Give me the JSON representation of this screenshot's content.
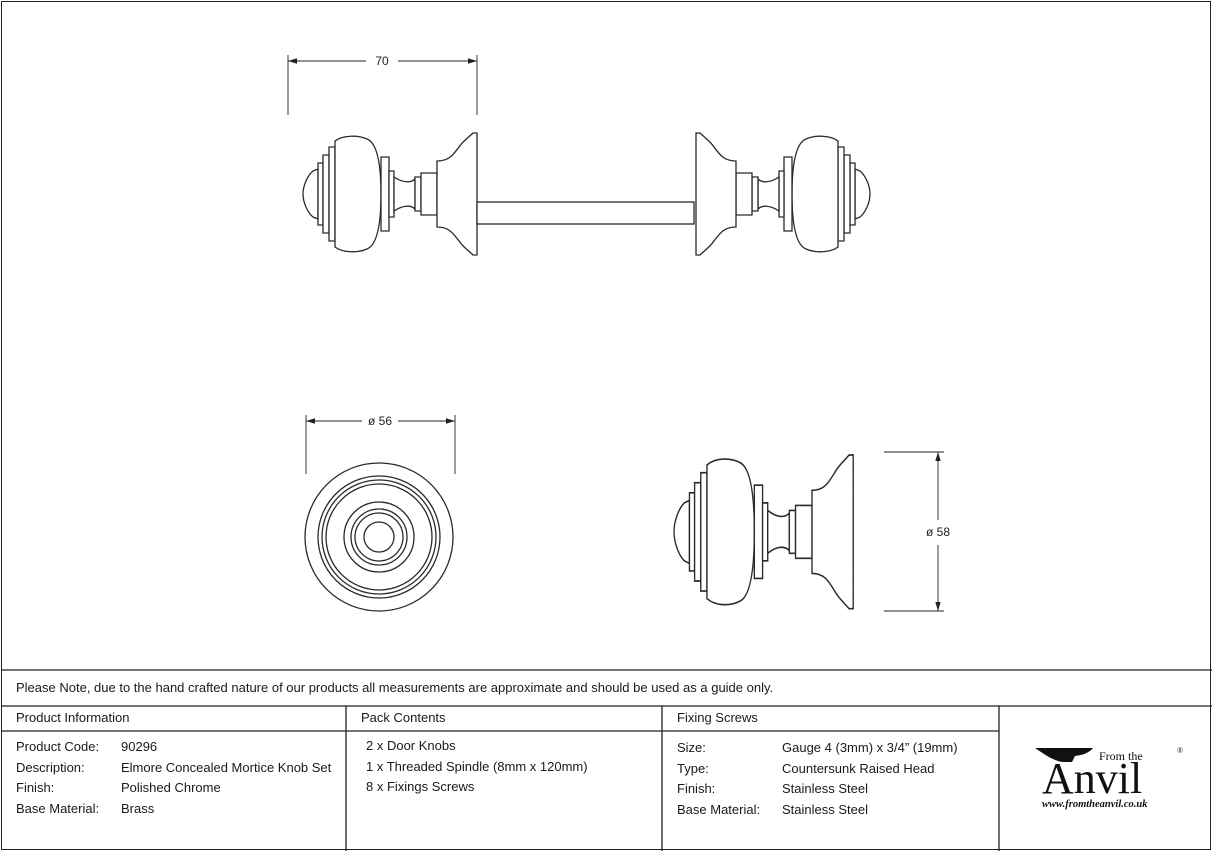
{
  "drawing": {
    "dim_width": "70",
    "dim_rose_diameter": "ø 56",
    "dim_knob_diameter": "ø 58"
  },
  "note": "Please Note, due to the hand crafted nature of our products all measurements are approximate and should be used as a guide only.",
  "product_info": {
    "header": "Product Information",
    "rows": [
      {
        "label": "Product Code:",
        "value": "90296"
      },
      {
        "label": "Description:",
        "value": "Elmore Concealed Mortice Knob Set"
      },
      {
        "label": "Finish:",
        "value": "Polished Chrome"
      },
      {
        "label": "Base Material:",
        "value": "Brass"
      }
    ]
  },
  "pack_contents": {
    "header": "Pack Contents",
    "items": [
      "2 x Door Knobs",
      "1 x Threaded Spindle (8mm x 120mm)",
      "8 x Fixings Screws"
    ]
  },
  "fixing_screws": {
    "header": "Fixing Screws",
    "rows": [
      {
        "label": "Size:",
        "value": "Gauge 4 (3mm) x 3/4” (19mm)"
      },
      {
        "label": "Type:",
        "value": "Countersunk Raised Head"
      },
      {
        "label": "Finish:",
        "value": "Stainless Steel"
      },
      {
        "label": "Base Material:",
        "value": "Stainless Steel"
      }
    ]
  },
  "logo": {
    "from_the": "From the",
    "brand": "Anvil",
    "registered": "®",
    "url": "www.fromtheanvil.co.uk"
  }
}
